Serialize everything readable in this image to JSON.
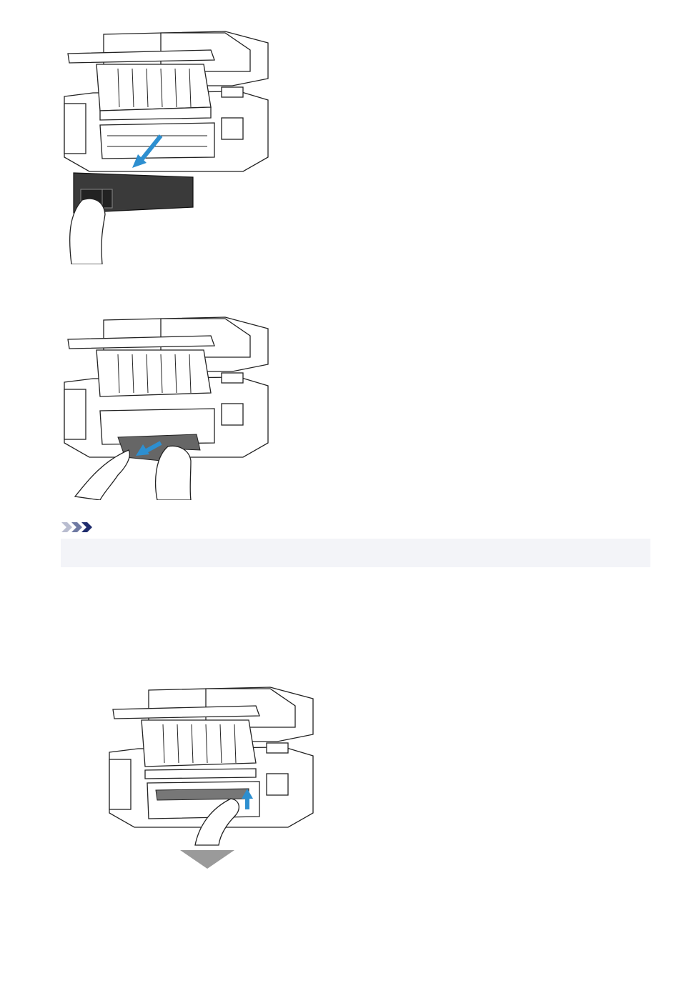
{
  "document": {
    "figures": [
      {
        "name": "remove-rear-cover-figure",
        "icon": "printer-rear-cover-removal-illustration"
      },
      {
        "name": "pull-out-jammed-paper-figure",
        "icon": "printer-jammed-paper-removal-illustration"
      },
      {
        "name": "inner-paper-removal-figure",
        "icon": "printer-inner-paper-removal-illustration"
      }
    ],
    "note": {
      "icon": "note-chevrons-icon",
      "text": ""
    },
    "flow_arrow": {
      "icon": "down-triangle-icon"
    },
    "colors": {
      "accent": "#2d8fd0",
      "ink": "#222222",
      "note_bg": "#f3f4f8",
      "arrow_gray": "#9a9a9a"
    }
  }
}
